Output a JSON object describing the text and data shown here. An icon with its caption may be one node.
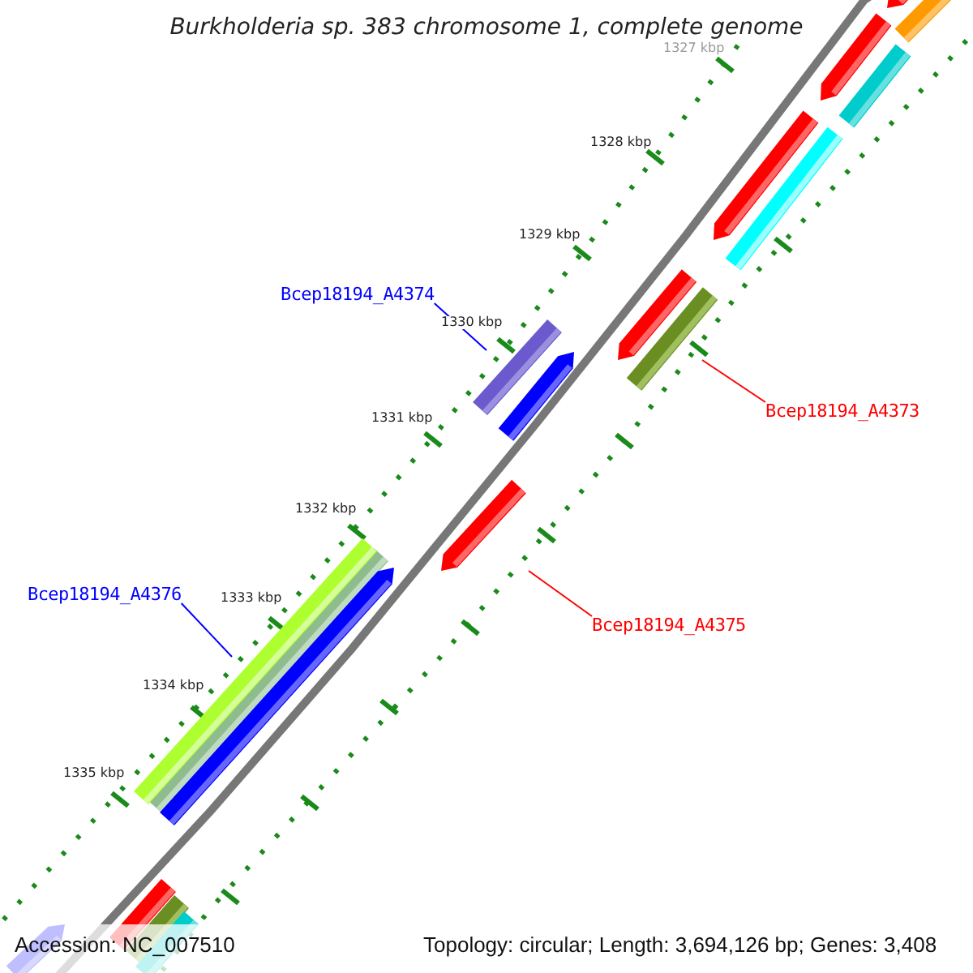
{
  "diagram": {
    "title": "Burkholderia sp. 383 chromosome 1, complete genome",
    "nodes": [
      {
        "text": [
          "Bcep18194_A4374"
        ]
      },
      {
        "text": [],
        "shape": "bar"
      },
      {
        "text": [
          "Bcep18194_A4373"
        ]
      },
      {
        "text": [],
        "shape": "bar"
      },
      {
        "text": [
          "Bcep18194_A4375"
        ]
      },
      {
        "text": [],
        "shape": "bar"
      },
      {
        "text": [
          "Bcep18194_A4376"
        ]
      },
      {
        "text": [],
        "shape": "bar"
      }
    ],
    "edges": [
      {
        "from": 0,
        "to": 1,
        "arrow": "none",
        "color": "#0000ff"
      },
      {
        "from": 2,
        "to": 3,
        "arrow": "none",
        "color": "#ff0000"
      },
      {
        "from": 4,
        "to": 5,
        "arrow": "none",
        "color": "#ff0000"
      },
      {
        "from": 6,
        "to": 7,
        "arrow": "none",
        "color": "#0000ff"
      }
    ],
    "labels": [
      "1327 kbp",
      "1328 kbp",
      "1329 kbp",
      "1330 kbp",
      "1331 kbp",
      "1332 kbp",
      "1333 kbp",
      "1334 kbp",
      "1335 kbp",
      "Accession: NC_007510",
      "Topology: circular; Length: 3,694,126 bp; Genes: 3,408"
    ]
  }
}
